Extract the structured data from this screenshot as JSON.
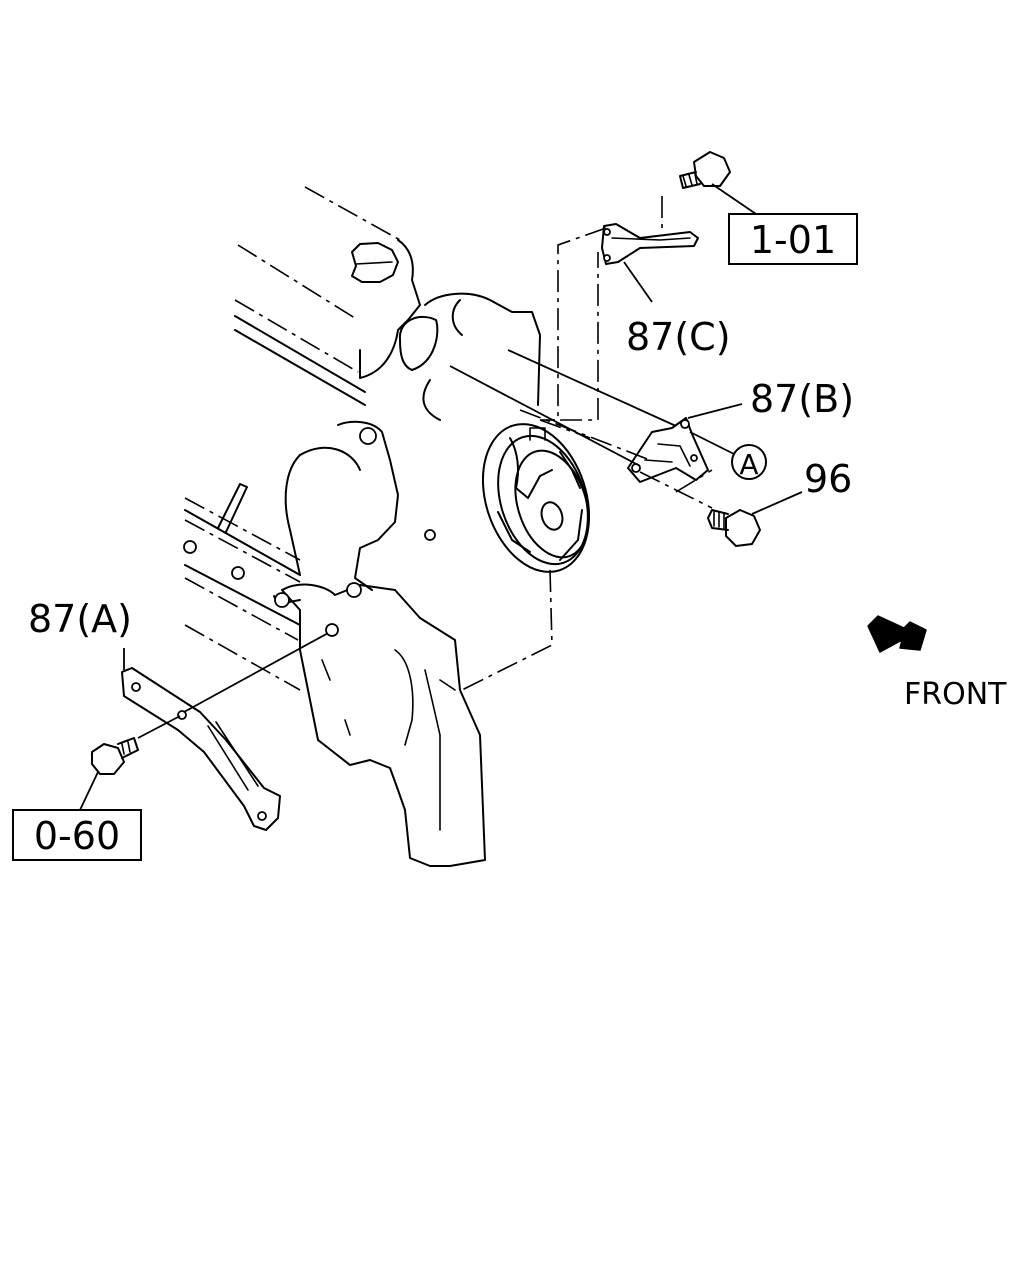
{
  "labels": {
    "ref_1_01": "1-01",
    "part_87c": "87(C)",
    "part_87b": "87(B)",
    "callout_a": "A",
    "part_96": "96",
    "part_87a": "87(A)",
    "ref_0_60": "0-60",
    "front": "FRONT"
  },
  "colors": {
    "line": "#000000",
    "background": "#ffffff"
  },
  "icons": {
    "direction": "front-arrow-icon"
  }
}
